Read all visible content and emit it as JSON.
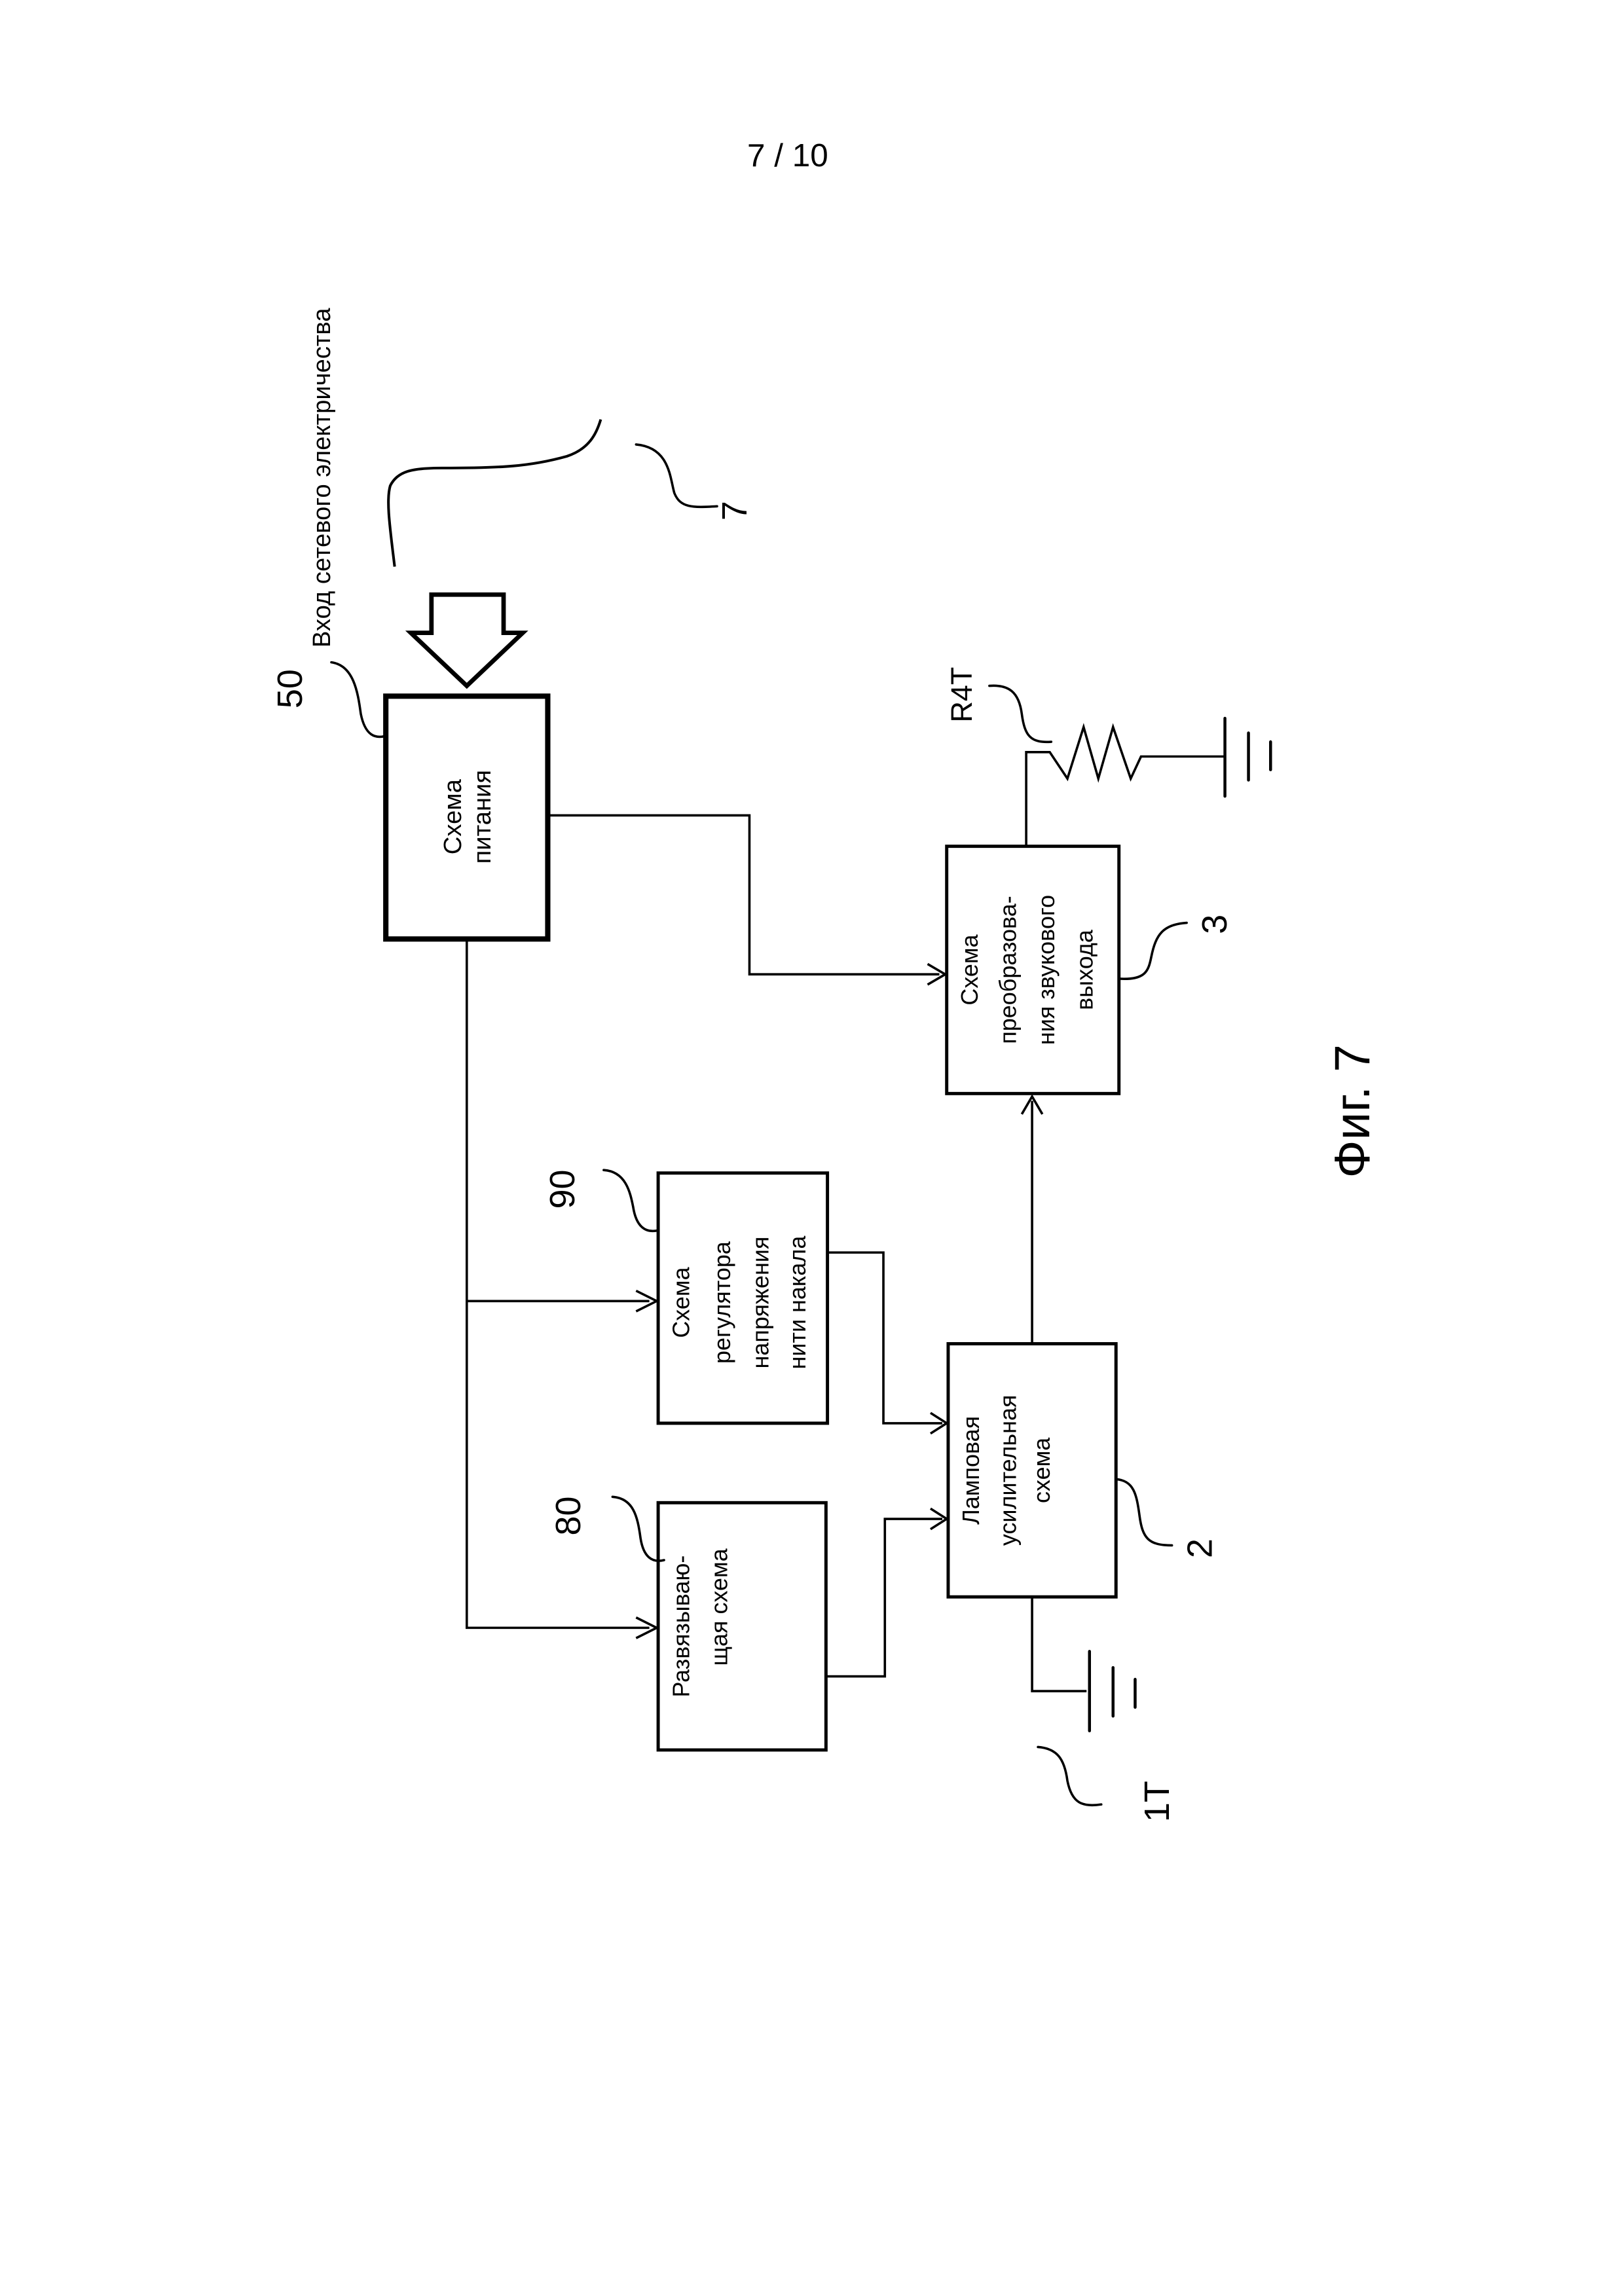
{
  "page": {
    "page_number": "7 / 10",
    "figure_caption": "Фиг. 7"
  },
  "input": {
    "label": "Вход сетевого электричества",
    "ref": "7"
  },
  "blocks": {
    "power": {
      "ref": "50",
      "lines": [
        "Схема",
        "питания"
      ]
    },
    "output_conv": {
      "ref": "3",
      "lines": [
        "Схема",
        "преобразова-",
        "ния звукового",
        "выхода"
      ]
    },
    "filament_reg": {
      "ref": "90",
      "lines": [
        "Схема",
        "регулятора",
        "напряжения",
        "нити накала"
      ]
    },
    "decoupling": {
      "ref": "80",
      "lines": [
        "Развязываю-",
        "щая схема"
      ]
    },
    "tube_amp": {
      "ref": "2",
      "lines": [
        "Ламповая",
        "усилительная",
        "схема"
      ]
    }
  },
  "components": {
    "resistor": {
      "ref": "R4T"
    },
    "ground_tube": {
      "ref": "1T"
    }
  },
  "colors": {
    "ink": "#000000",
    "paper": "#ffffff"
  }
}
